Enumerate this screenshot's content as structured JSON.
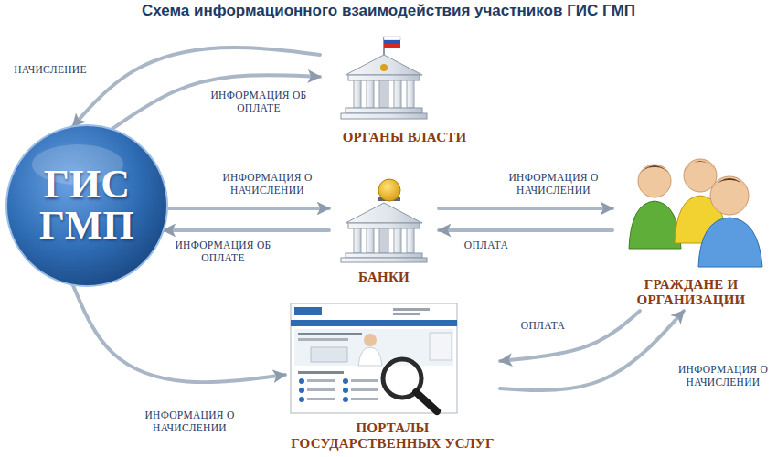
{
  "diagram": {
    "title": "Схема информационного взаимодействия участников ГИС ГМП",
    "nodes": [
      {
        "text": [
          "ГИС ГМП"
        ]
      },
      {
        "text": [
          "ОРГАНЫ ВЛАСТИ"
        ]
      },
      {
        "text": [
          "БАНКИ"
        ]
      },
      {
        "text": [
          "ГРАЖДАНЕ И ОРГАНИЗАЦИИ"
        ]
      },
      {
        "text": [
          "ПОРТАЛЫ ГОСУДАРСТВЕННЫХ УСЛУГ"
        ]
      }
    ],
    "edges": [
      {
        "from": 1,
        "to": 0,
        "label": "НАЧИСЛЕНИЕ",
        "arrow": "to"
      },
      {
        "from": 0,
        "to": 1,
        "label": "ИНФОРМАЦИЯ ОБ ОПЛАТЕ",
        "arrow": "to"
      },
      {
        "from": 0,
        "to": 2,
        "label": "ИНФОРМАЦИЯ О НАЧИСЛЕНИИ",
        "arrow": "to"
      },
      {
        "from": 2,
        "to": 0,
        "label": "ИНФОРМАЦИЯ ОБ ОПЛАТЕ",
        "arrow": "to"
      },
      {
        "from": 2,
        "to": 3,
        "label": "ИНФОРМАЦИЯ О НАЧИСЛЕНИИ",
        "arrow": "to"
      },
      {
        "from": 3,
        "to": 2,
        "label": "ОПЛАТА",
        "arrow": "to"
      },
      {
        "from": 0,
        "to": 4,
        "label": "ИНФОРМАЦИЯ О НАЧИСЛЕНИИ",
        "arrow": "to"
      },
      {
        "from": 3,
        "to": 4,
        "label": "ОПЛАТА",
        "arrow": "to"
      },
      {
        "from": 4,
        "to": 3,
        "label": "ИНФОРМАЦИЯ О НАЧИСЛЕНИИ",
        "arrow": "to"
      }
    ]
  }
}
